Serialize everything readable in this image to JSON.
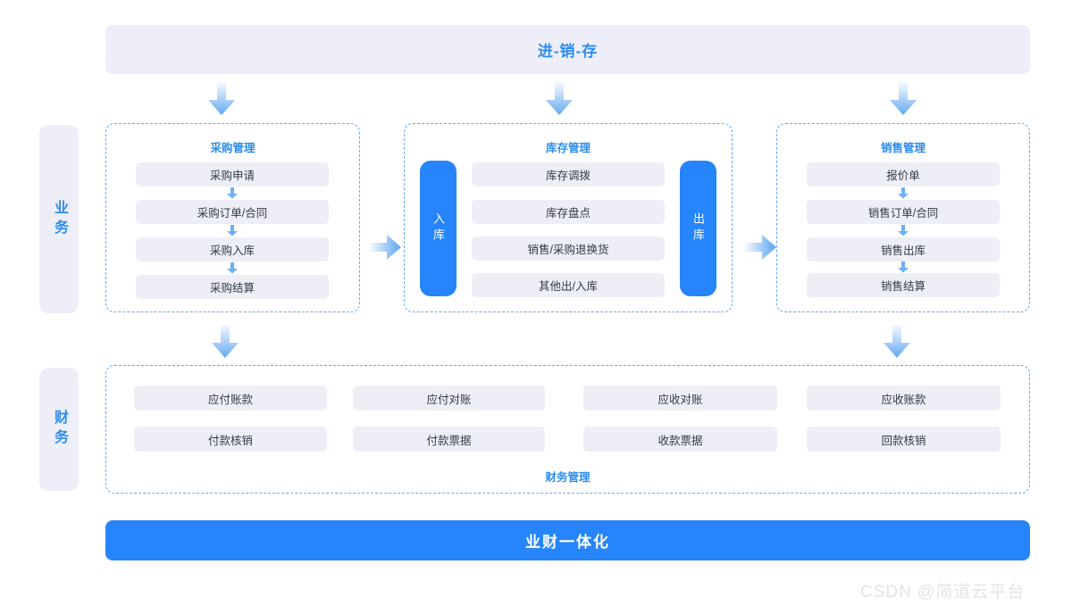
{
  "header": {
    "title": "进-销-存"
  },
  "footer": {
    "title": "业财一体化"
  },
  "watermark": {
    "text": "CSDN @简道云平台"
  },
  "colors": {
    "accent_blue": "#2685fa",
    "title_blue": "#2d8cf0",
    "panel_lavender": "#edeef7",
    "item_grey": "#edeef6",
    "dashed_border": "#63a8f5",
    "text_dark": "#333a45",
    "watermark_grey": "#e3e3e3"
  },
  "side_labels": [
    {
      "name": "business",
      "text": "业务"
    },
    {
      "name": "finance",
      "text": "财务"
    }
  ],
  "groups": [
    {
      "id": "purchase",
      "title": "采购管理",
      "items": [
        "采购申请",
        "采购订单/合同",
        "采购入库",
        "采购结算"
      ]
    },
    {
      "id": "inventory",
      "title": "库存管理",
      "left_bar": "入库",
      "right_bar": "出库",
      "items": [
        "库存调拨",
        "库存盘点",
        "销售/采购退换货",
        "其他出/入库"
      ]
    },
    {
      "id": "sales",
      "title": "销售管理",
      "items": [
        "报价单",
        "销售订单/合同",
        "销售出库",
        "销售结算"
      ]
    }
  ],
  "finance": {
    "title": "财务管理",
    "row1": [
      "应付账款",
      "应付对账",
      "应收对账",
      "应收账款"
    ],
    "row2": [
      "付款核销",
      "付款票据",
      "收款票据",
      "回款核销"
    ]
  },
  "chart_data": {
    "type": "diagram",
    "title": "进-销-存",
    "layout": "top-banner > three business groups (purchase -> inventory -> sales) > finance band > bottom banner",
    "swimlanes": [
      "业务",
      "财务"
    ],
    "nodes": [
      "采购申请",
      "采购订单/合同",
      "采购入库",
      "采购结算",
      "入库",
      "库存调拨",
      "库存盘点",
      "销售/采购退换货",
      "其他出/入库",
      "出库",
      "报价单",
      "销售订单/合同",
      "销售出库",
      "销售结算",
      "应付账款",
      "应付对账",
      "应收对账",
      "应收账款",
      "付款核销",
      "付款票据",
      "收款票据",
      "回款核销"
    ],
    "edges": [
      "进-销-存 -> 采购管理",
      "进-销-存 -> 库存管理",
      "进-销-存 -> 销售管理",
      "采购管理 -> 库存管理",
      "库存管理 -> 销售管理",
      "采购管理 -> 财务管理",
      "销售管理 -> 财务管理"
    ]
  }
}
